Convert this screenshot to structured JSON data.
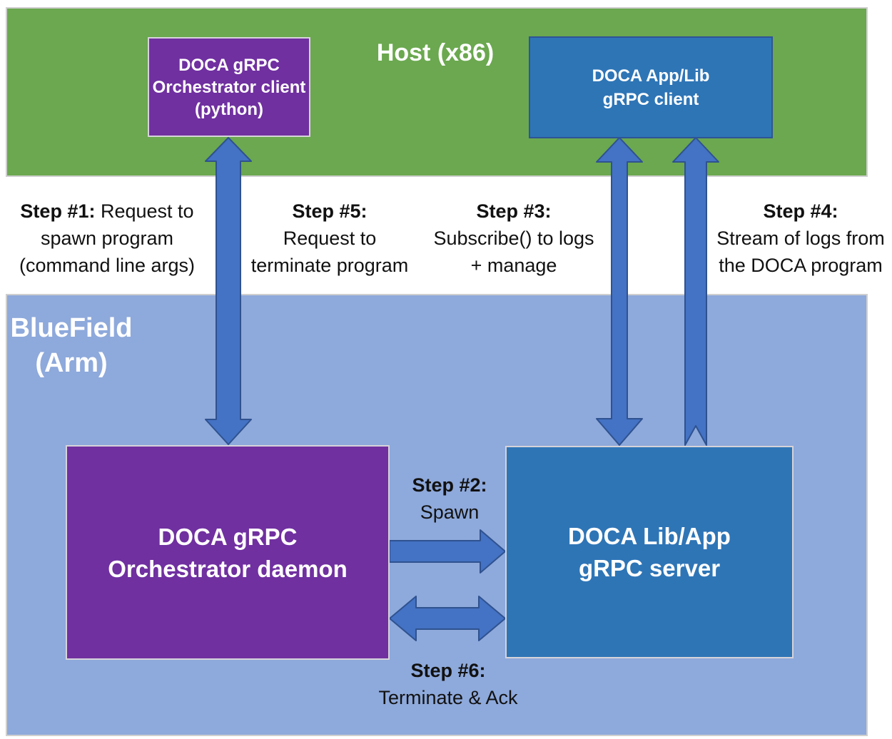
{
  "zones": {
    "host": {
      "title": "Host (x86)"
    },
    "bluefield": {
      "title_line1": "BlueField",
      "title_line2": "(Arm)"
    }
  },
  "boxes": {
    "orchestrator_client": {
      "lines": [
        "DOCA gRPC",
        "Orchestrator client",
        "(python)"
      ]
    },
    "grpc_client": {
      "lines": [
        "DOCA App/Lib",
        "gRPC client"
      ]
    },
    "orchestrator_daemon": {
      "lines": [
        "DOCA gRPC",
        "Orchestrator daemon"
      ]
    },
    "grpc_server": {
      "lines": [
        "DOCA Lib/App",
        "gRPC server"
      ]
    }
  },
  "steps": {
    "step1": {
      "label": "Step #1:",
      "rest": "Request to",
      "line2": "spawn program",
      "line3": "(command line args)"
    },
    "step2": {
      "label": "Step #2:",
      "line2": "Spawn"
    },
    "step3": {
      "label": "Step #3:",
      "line2": "Subscribe() to logs",
      "line3": "+ manage"
    },
    "step4": {
      "label": "Step #4:",
      "line2": "Stream of logs from",
      "line3": "the DOCA program"
    },
    "step5": {
      "label": "Step #5:",
      "line2": "Request to",
      "line3": "terminate program"
    },
    "step6": {
      "label": "Step #6:",
      "line2": "Terminate & Ack"
    }
  },
  "colors": {
    "host_green": "#6BA84F",
    "bluefield_blue": "#8EA9DB",
    "box_purple": "#7030A0",
    "box_blue": "#2E75B6",
    "arrow_fill": "#4472C4",
    "arrow_stroke": "#2F528F",
    "zone_border": "#CFCFCF",
    "box_border_light": "#D6D3DA",
    "client_blue_border": "#2F5597",
    "text_dark": "#111111"
  }
}
